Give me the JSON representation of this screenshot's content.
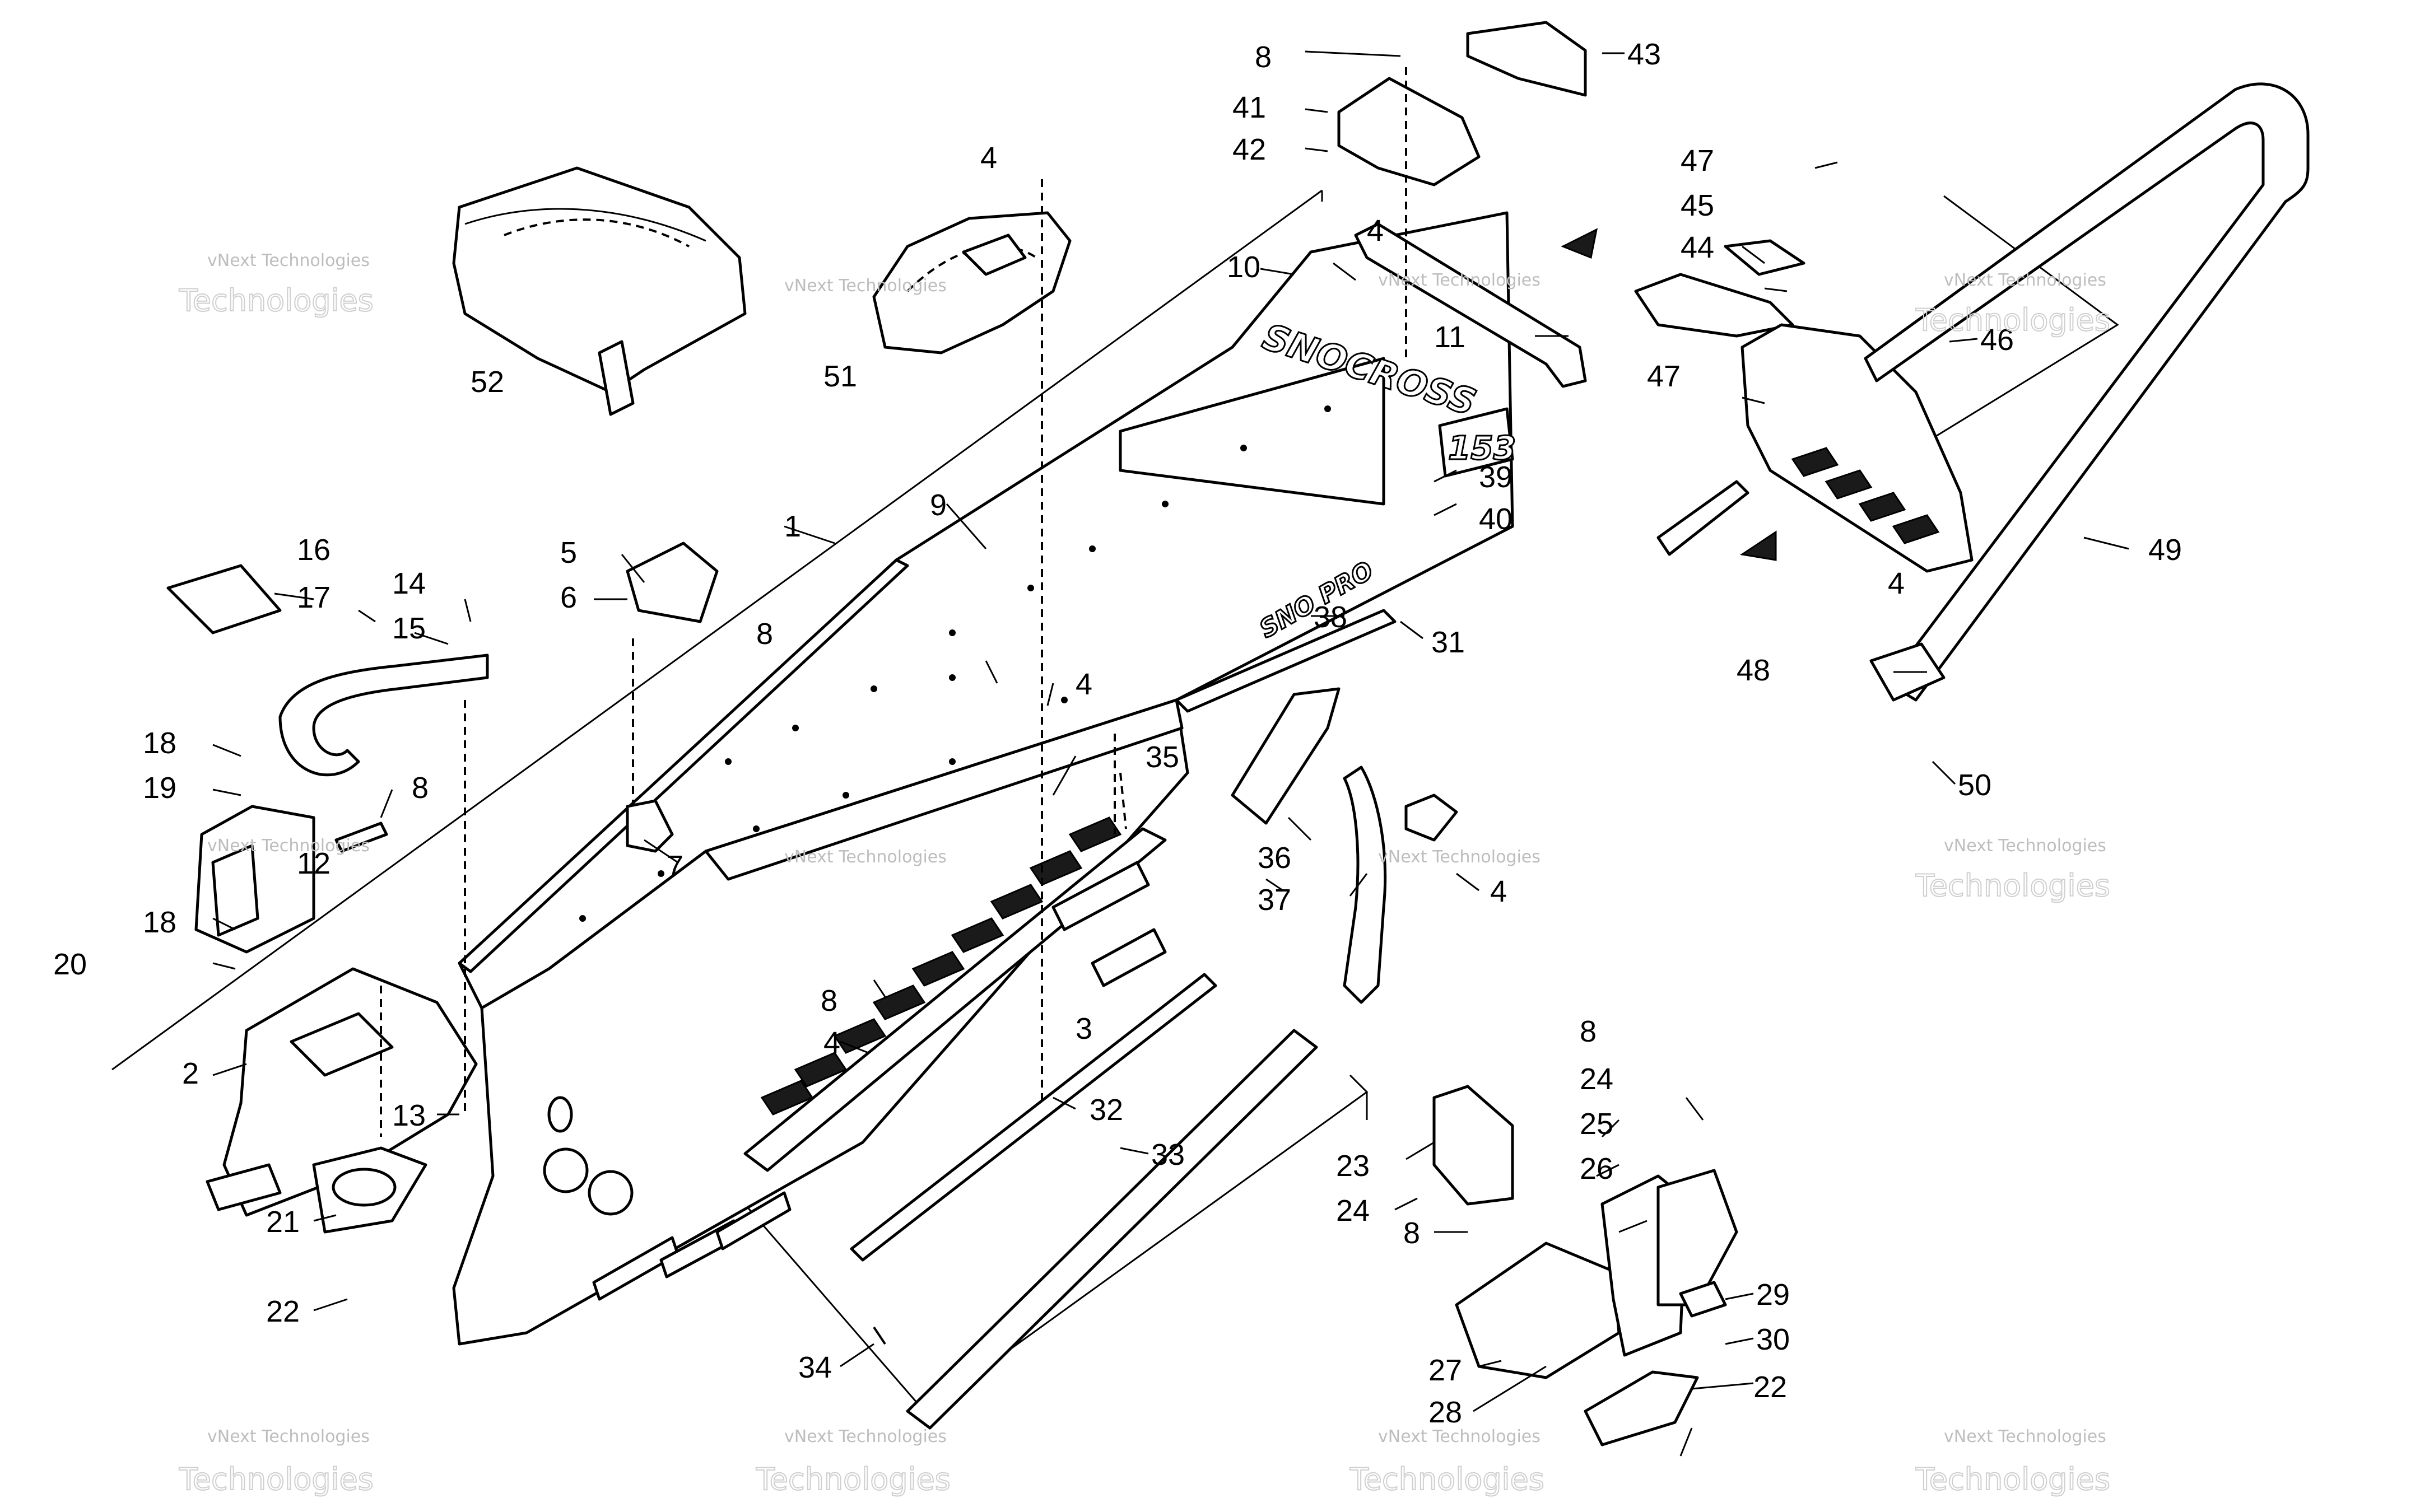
{
  "watermark": {
    "line1": "vNext Technologies",
    "line2": "Technologies"
  },
  "decals": {
    "tunnel_brand": "SNOCROSS",
    "track_length": "153",
    "side_logo": "SNO PRO"
  },
  "callouts": [
    "1",
    "2",
    "3",
    "4",
    "5",
    "6",
    "7",
    "8",
    "9",
    "10",
    "11",
    "12",
    "13",
    "14",
    "15",
    "16",
    "17",
    "18",
    "19",
    "20",
    "21",
    "22",
    "23",
    "24",
    "25",
    "26",
    "27",
    "28",
    "29",
    "30",
    "31",
    "32",
    "33",
    "34",
    "35",
    "36",
    "37",
    "38",
    "39",
    "40",
    "41",
    "42",
    "43",
    "44",
    "45",
    "46",
    "47",
    "48",
    "49",
    "50",
    "51",
    "52"
  ],
  "colors": {
    "ink": "#000000",
    "background": "#ffffff",
    "watermark": "#bdbdbd"
  }
}
